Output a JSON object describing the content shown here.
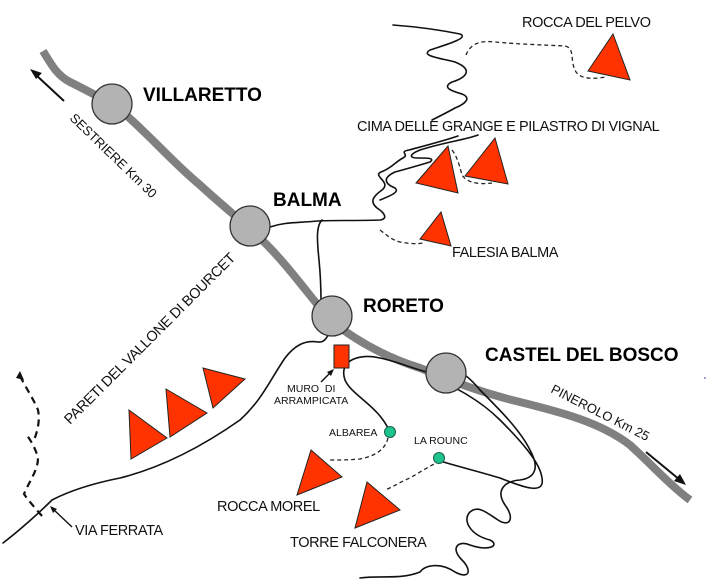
{
  "map": {
    "colors": {
      "background": "#ffffff",
      "main_road": "#808080",
      "town": "#b3b3b3",
      "crag": "#ff3300",
      "climbing_wall": "#ff3300",
      "parking_point": "#1ec48f",
      "text": "#000000"
    },
    "towns": [
      {
        "id": "villaretto",
        "label": "VILLARETTO"
      },
      {
        "id": "balma",
        "label": "BALMA"
      },
      {
        "id": "roreto",
        "label": "RORETO"
      },
      {
        "id": "castel-del-bosco",
        "label": "CASTEL DEL BOSCO"
      }
    ],
    "roads": {
      "sestriere": {
        "label": "SESTRIERE Km 30",
        "direction_icon": "arrow-up-left"
      },
      "pinerolo": {
        "label": "PINEROLO Km 25",
        "direction_icon": "arrow-down-right"
      }
    },
    "crags": [
      {
        "id": "rocca-del-pelvo",
        "label": "ROCCA DEL PELVO",
        "count": 1
      },
      {
        "id": "cima-delle-grange",
        "label": "CIMA DELLE GRANGE E PILASTRO DI VIGNAL",
        "count": 2
      },
      {
        "id": "falesia-balma",
        "label": "FALESIA BALMA",
        "count": 1
      },
      {
        "id": "pareti-vallone-bourcet",
        "label": "PARETI DEL VALLONE DI BOURCET",
        "count": 3
      },
      {
        "id": "rocca-morel",
        "label": "ROCCA MOREL",
        "count": 1
      },
      {
        "id": "torre-falconera",
        "label": "TORRE FALCONERA",
        "count": 1
      }
    ],
    "climbing_wall": {
      "label_line1": "MURO  DI",
      "label_line2": "ARRAMPICATA"
    },
    "parking_points": [
      {
        "id": "albarea",
        "label": "ALBAREA"
      },
      {
        "id": "la-rounc",
        "label": "LA ROUNC"
      }
    ],
    "via_ferrata": {
      "label": "VIA FERRATA"
    }
  }
}
